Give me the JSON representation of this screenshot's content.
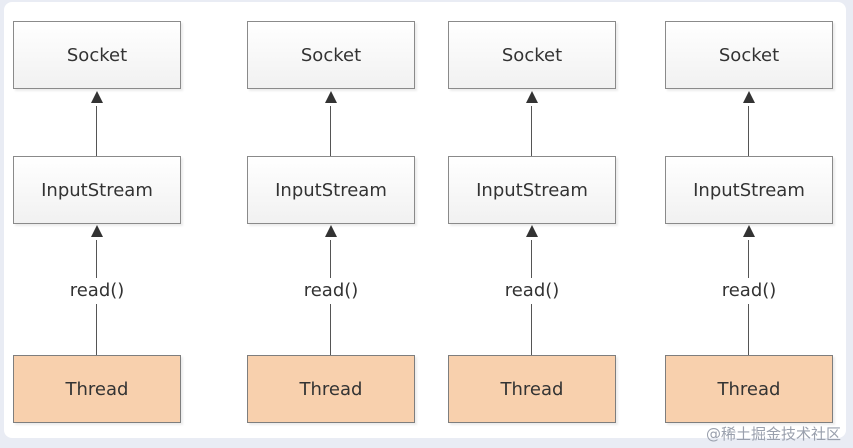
{
  "columns": [
    {
      "socket": "Socket",
      "input": "InputStream",
      "edge": "read()",
      "thread": "Thread"
    },
    {
      "socket": "Socket",
      "input": "InputStream",
      "edge": "read()",
      "thread": "Thread"
    },
    {
      "socket": "Socket",
      "input": "InputStream",
      "edge": "read()",
      "thread": "Thread"
    },
    {
      "socket": "Socket",
      "input": "InputStream",
      "edge": "read()",
      "thread": "Thread"
    }
  ],
  "watermark": "@稀土掘金技术社区",
  "colors": {
    "thread_fill": "#f8d0ad",
    "box_fill": "#f5f5f5",
    "border": "#8a8a8a"
  }
}
